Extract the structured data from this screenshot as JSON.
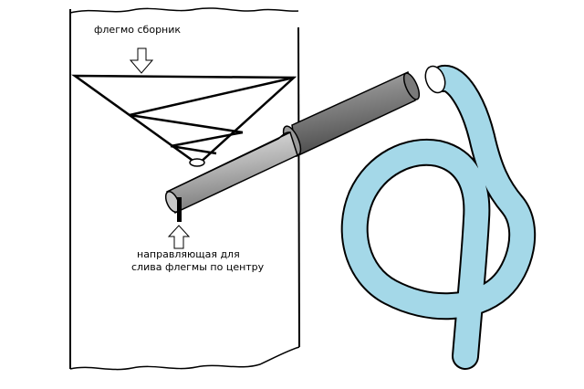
{
  "labels": {
    "reflux_collector": "флегмо сборник",
    "guide_line1": "направляющая для",
    "guide_line2": "слива флегмы по центру"
  },
  "colors": {
    "tube_blue": "#a4d8e8",
    "pipe_gray": "#808080",
    "pipe_light": "#c8c8c8",
    "outline": "#000000"
  }
}
